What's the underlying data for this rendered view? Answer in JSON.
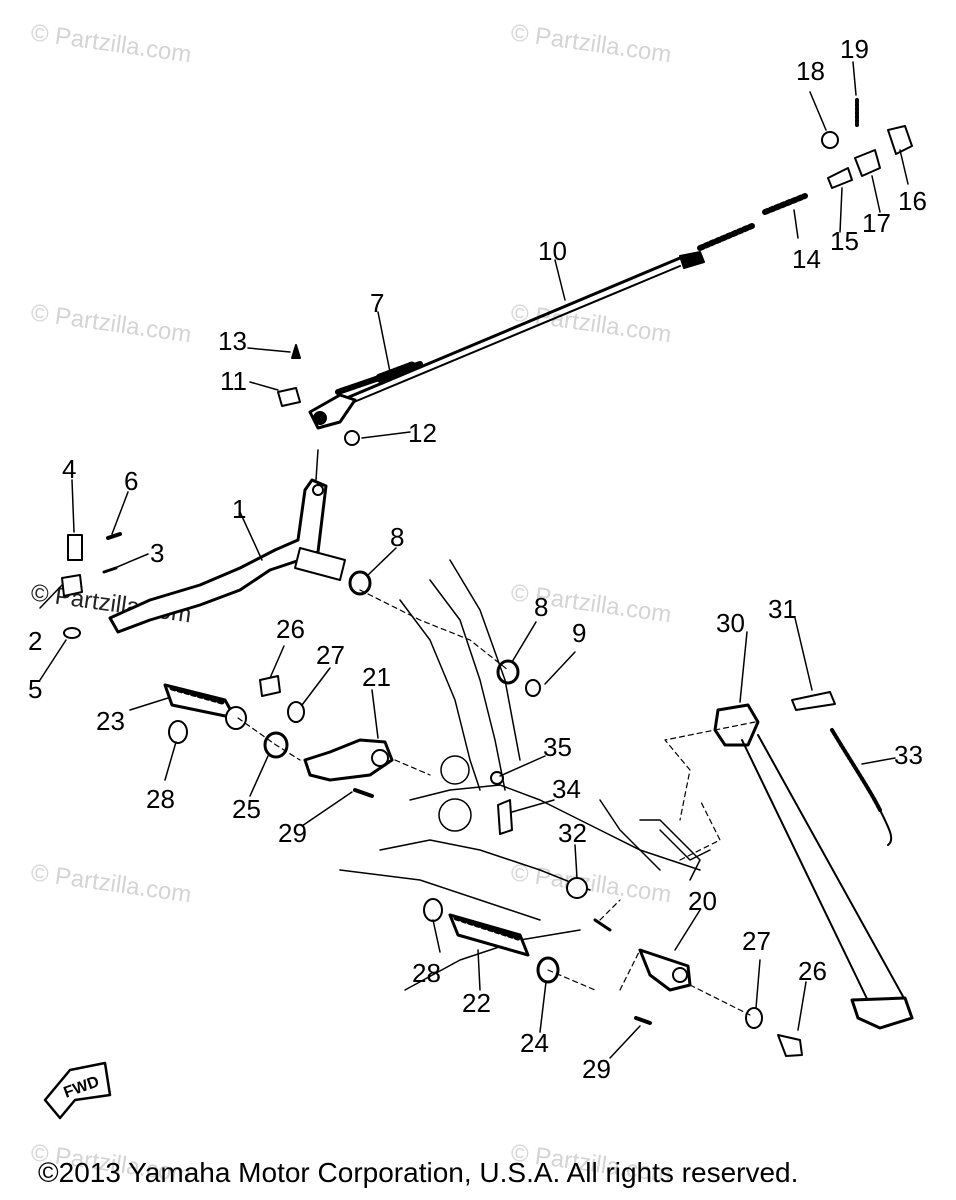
{
  "watermark": "© Partzilla.com",
  "copyright": "©2013 Yamaha Motor Corporation, U.S.A. All rights reserved.",
  "fwd_label": "FWD",
  "callouts": [
    "1",
    "2",
    "3",
    "4",
    "5",
    "6",
    "7",
    "8",
    "8",
    "9",
    "10",
    "11",
    "12",
    "13",
    "14",
    "15",
    "16",
    "17",
    "18",
    "19",
    "20",
    "21",
    "22",
    "23",
    "24",
    "25",
    "26",
    "26",
    "27",
    "27",
    "28",
    "28",
    "29",
    "29",
    "30",
    "31",
    "32",
    "33",
    "34",
    "35"
  ]
}
